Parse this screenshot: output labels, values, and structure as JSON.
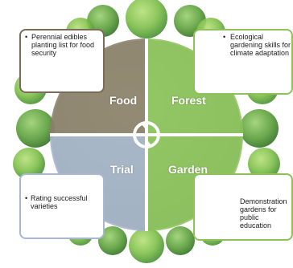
{
  "diagram": {
    "quadrants": [
      {
        "key": "top-left",
        "label": "Food",
        "color": "#8c7d6c"
      },
      {
        "key": "top-right",
        "label": "Forest",
        "color": "#8cc15a"
      },
      {
        "key": "bottom-left",
        "label": "Trial",
        "color": "#a5b2cc"
      },
      {
        "key": "bottom-right",
        "label": "Garden",
        "color": "#8cc15a"
      }
    ],
    "callouts": [
      {
        "key": "top-left",
        "bullet": "•",
        "text": "Perennial edibles planting list for food security"
      },
      {
        "key": "top-right",
        "bullet": "•",
        "text": "Ecological gardening skills for climate adaptation"
      },
      {
        "key": "bottom-left",
        "bullet": "•",
        "text": "Rating successful varieties"
      },
      {
        "key": "bottom-right",
        "bullet": "",
        "text": "Demonstration gardens for public education"
      }
    ],
    "center_icon": "cycle-arrows-icon",
    "background": "tree-canopy-illustration"
  }
}
